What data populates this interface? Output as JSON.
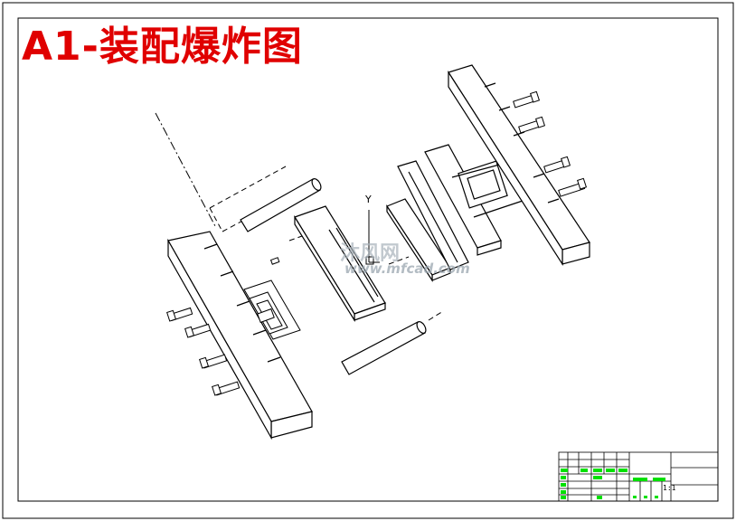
{
  "title": "A1-装配爆炸图",
  "watermark": {
    "name": "沐风网",
    "url": "www.mfcad.com"
  },
  "axis_label": "Y",
  "title_block": {
    "scale_text": "1:1"
  },
  "colors": {
    "title": "#e00000",
    "line": "#000000",
    "title_block_highlight": "#00e000",
    "watermark": "#a9b3bb"
  }
}
